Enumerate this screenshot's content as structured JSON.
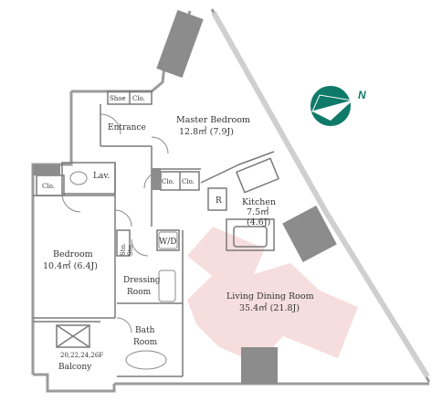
{
  "rooms": {
    "shoe": "Shoe",
    "clo_entrance": "Clo.",
    "entrance": "Entrance",
    "master_bedroom": {
      "name": "Master Bedroom",
      "area": "12.8㎡ (7.9J)"
    },
    "lav": "Lav.",
    "clo_left": "Clo.",
    "clo_mid1": "Clo.",
    "clo_mid2": "Clo.",
    "refrigerator": "R",
    "kitchen": {
      "name": "Kitchen",
      "area": "7.5㎡",
      "area_j": "(4.6J)"
    },
    "bedroom": {
      "name": "Bedroom",
      "area": "10.4㎡ (6.4J)"
    },
    "sto1": "Sto.",
    "sto2": "Sto.",
    "wd": "W/D",
    "dressing": {
      "line1": "Dressing",
      "line2": "Room"
    },
    "bath": {
      "line1": "Bath",
      "line2": "Room"
    },
    "living": {
      "name": "Living Dining Room",
      "area": "35.4㎡ (21.8J)"
    },
    "floors": "20,22,24,26F",
    "balcony": "Balcony"
  },
  "compass": {
    "label": "N"
  },
  "colors": {
    "wall": "#9b9b9b",
    "column": "#8c8c8c",
    "line": "#7a7a7a",
    "compass": "#0f7a6a",
    "living_highlight": "#f6dede"
  }
}
